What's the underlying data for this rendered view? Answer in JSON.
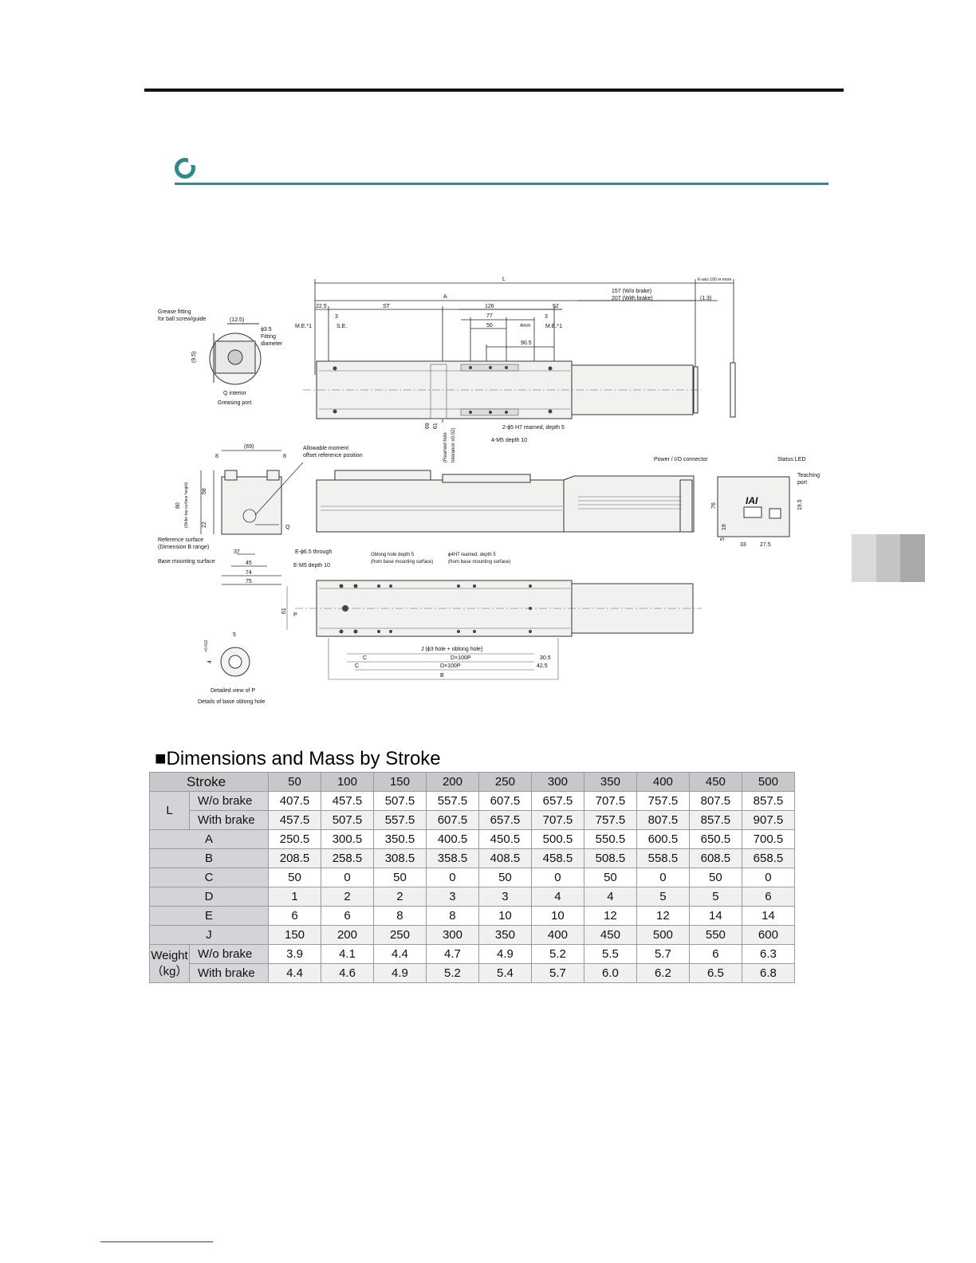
{
  "drawing_labels": {
    "L": "L",
    "L_note": "K-axis 100 or more",
    "A": "A",
    "ST": "ST",
    "d22_5": "22.5",
    "d126": "126",
    "d52": "52",
    "d77": "77",
    "d50": "50",
    "d90_5": "90.5",
    "d3a": "3",
    "d3b": "3",
    "d4mm": "4mm",
    "brake_157": "157 (W/o brake)",
    "brake_207": "207 (With brake)",
    "d1_3": "(1.3)",
    "me1": "M.E.*1",
    "me2": "M.E.*1",
    "se": "S.E.",
    "grease": "Grease fitting",
    "grease2": "for ball screw/guide",
    "d12_5": "(12.5)",
    "phi35": "ϕ3.5",
    "fitting": "Fitting",
    "diameter": "diameter",
    "d9_5": "(9.5)",
    "q_interior": "Q interior",
    "greasing_port": "Greasing port",
    "reamed": "2-ϕ5 H7 reamed, depth 5",
    "m5": "4-M5 depth 10",
    "d69": "69",
    "d61": "61",
    "reamed_tol": "(Reamed hole",
    "reamed_tol2": "tolerance ±0.02)",
    "allow": "Allowable moment",
    "allow2": "offset reference position",
    "d69b": "(69)",
    "d8a": "8",
    "d8b": "8",
    "d80": "80",
    "d58": "58",
    "d22": "22",
    "top_surface": "(Slider top surface height)",
    "q": "Q",
    "ref_surface": "Reference surface",
    "ref_surface2": "(Dimension B range)",
    "base_mount": "Base mounting surface",
    "d37": "37",
    "d45": "45",
    "d74": "74",
    "d75": "75",
    "power_io": "Power / I/O connector",
    "status_led": "Status LED",
    "teaching": "Teaching",
    "teaching2": "port",
    "d76": "76",
    "d19": "19",
    "d19_5": "19.5",
    "d5": "5",
    "d33": "33",
    "d27_5": "27.5",
    "iai": "IAI",
    "e_phi": "E-ϕ6.5 through",
    "e_m5": "E-M5 depth 10",
    "oblong": "Oblong hole depth 5",
    "oblong2": "(from base mounting surface)",
    "reamed_b": "ϕ4H7 reamed, depth 5",
    "reamed_b2": "(from base mounting surface)",
    "p": "P",
    "d61b": "61",
    "j": "J (ϕ3 hole + oblong hole)",
    "c1": "C",
    "c2": "C",
    "d100p_1": "D×100P",
    "d100p_2": "D×100P",
    "d30_5": "30.5",
    "d42_5": "42.5",
    "b": "B",
    "d5b": "5",
    "d4": "4",
    "d4tol": "+0.012",
    "detail_p": "Detailed view of P",
    "detail_p2": "Details of base oblong hole"
  },
  "table": {
    "title": "■Dimensions and Mass by Stroke",
    "stroke_label": "Stroke",
    "strokes": [
      "50",
      "100",
      "150",
      "200",
      "250",
      "300",
      "350",
      "400",
      "450",
      "500"
    ],
    "L_label": "L",
    "wo_brake": "W/o brake",
    "with_brake": "With brake",
    "L_wo": [
      "407.5",
      "457.5",
      "507.5",
      "557.5",
      "607.5",
      "657.5",
      "707.5",
      "757.5",
      "807.5",
      "857.5"
    ],
    "L_with": [
      "457.5",
      "507.5",
      "557.5",
      "607.5",
      "657.5",
      "707.5",
      "757.5",
      "807.5",
      "857.5",
      "907.5"
    ],
    "A_label": "A",
    "A": [
      "250.5",
      "300.5",
      "350.5",
      "400.5",
      "450.5",
      "500.5",
      "550.5",
      "600.5",
      "650.5",
      "700.5"
    ],
    "B_label": "B",
    "B": [
      "208.5",
      "258.5",
      "308.5",
      "358.5",
      "408.5",
      "458.5",
      "508.5",
      "558.5",
      "608.5",
      "658.5"
    ],
    "C_label": "C",
    "C": [
      "50",
      "0",
      "50",
      "0",
      "50",
      "0",
      "50",
      "0",
      "50",
      "0"
    ],
    "D_label": "D",
    "D": [
      "1",
      "2",
      "2",
      "3",
      "3",
      "4",
      "4",
      "5",
      "5",
      "6"
    ],
    "E_label": "E",
    "E": [
      "6",
      "6",
      "8",
      "8",
      "10",
      "10",
      "12",
      "12",
      "14",
      "14"
    ],
    "J_label": "J",
    "J": [
      "150",
      "200",
      "250",
      "300",
      "350",
      "400",
      "450",
      "500",
      "550",
      "600"
    ],
    "weight_label_1": "Weight",
    "weight_label_2": "（kg）",
    "W_wo": [
      "3.9",
      "4.1",
      "4.4",
      "4.7",
      "4.9",
      "5.2",
      "5.5",
      "5.7",
      "6",
      "6.3"
    ],
    "W_with": [
      "4.4",
      "4.6",
      "4.9",
      "5.2",
      "5.4",
      "5.7",
      "6.0",
      "6.2",
      "6.5",
      "6.8"
    ]
  }
}
